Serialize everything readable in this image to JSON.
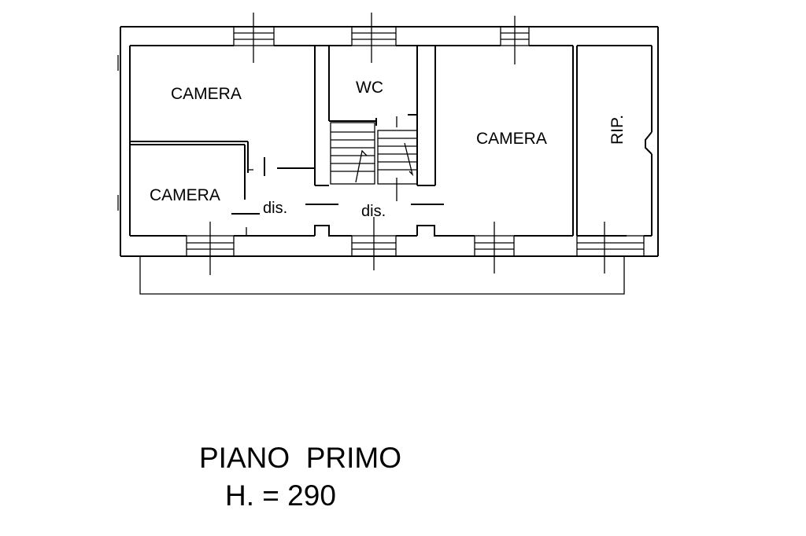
{
  "rooms": {
    "camera_top_left": "CAMERA",
    "camera_bottom_left": "CAMERA",
    "wc": "WC",
    "camera_right": "CAMERA",
    "rip": "RIP."
  },
  "corridors": {
    "dis_left": "dis.",
    "dis_center": "dis."
  },
  "title": {
    "floor": "PIANO  PRIMO",
    "height": "H. = 290"
  },
  "colors": {
    "line": "#000000",
    "background": "#ffffff"
  }
}
